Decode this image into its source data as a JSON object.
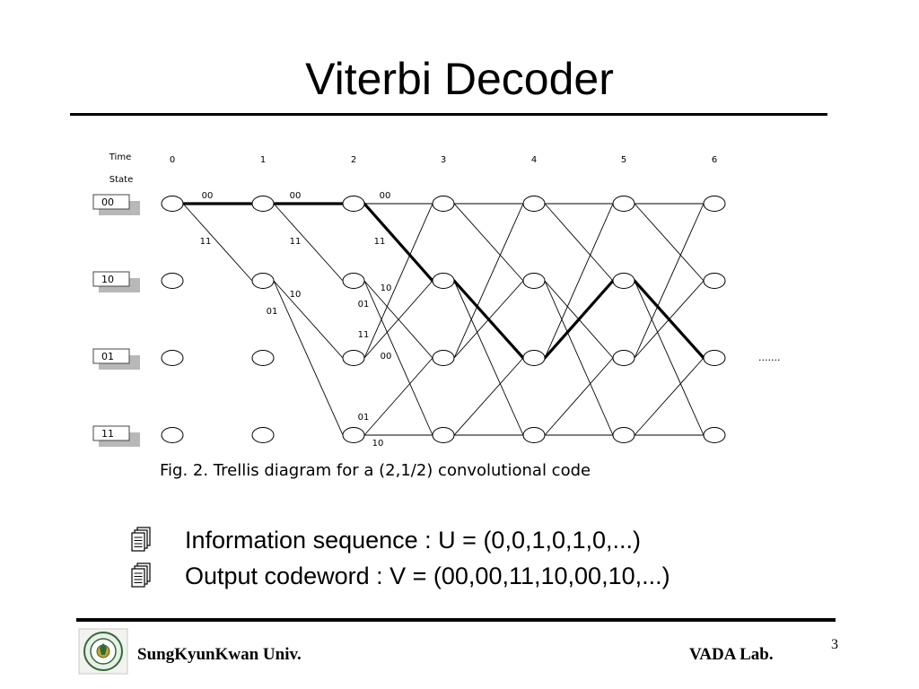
{
  "slide": {
    "title": "Viterbi Decoder",
    "page_number": "3"
  },
  "diagram": {
    "time_label": "Time",
    "state_label": "State",
    "times": [
      "0",
      "1",
      "2",
      "3",
      "4",
      "5",
      "6"
    ],
    "states": [
      "00",
      "10",
      "01",
      "11"
    ],
    "continuation": ".......",
    "caption": "Fig. 2.   Trellis diagram for a (2,1/2) convolutional code",
    "edge_outputs": {
      "from_00_to_00": "00",
      "from_00_to_10": "11",
      "from_10_to_01": "10",
      "from_10_to_11": "01",
      "from_01_to_00": "11",
      "from_01_to_10": "00",
      "from_11_to_01": "01",
      "from_11_to_11": "10"
    },
    "decoded_path_states": [
      "00",
      "00",
      "00",
      "10",
      "01",
      "10",
      "01"
    ]
  },
  "bullets": [
    {
      "icon": "document-icon",
      "text": "Information sequence : U = (0,0,1,0,1,0,...)"
    },
    {
      "icon": "document-icon",
      "text": "Output codeword : V = (00,00,11,10,00,10,...)"
    }
  ],
  "footer": {
    "left": "SungKyunKwan Univ.",
    "right": "VADA Lab."
  },
  "colors": {
    "background": "#ffffff",
    "text": "#000000",
    "state_box_shadow": "#b8b8b8",
    "logo_green": "#2f6b3a"
  }
}
